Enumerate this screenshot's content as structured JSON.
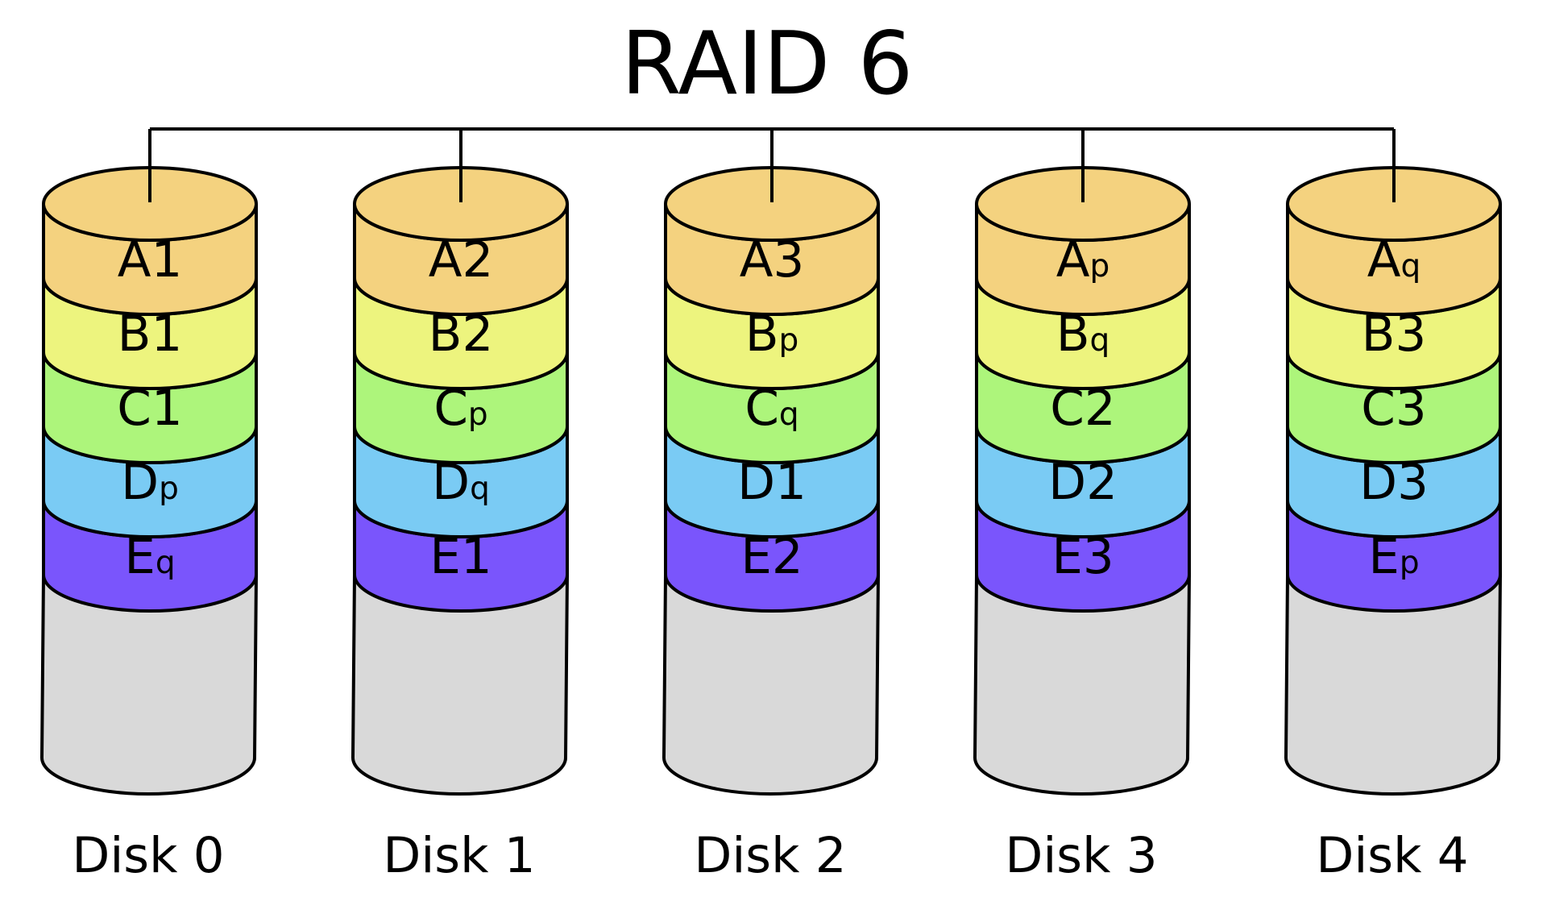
{
  "title": "RAID 6",
  "colors": {
    "A": "#F4D27F",
    "B": "#EDF47E",
    "C": "#ADF57B",
    "D": "#7ACBF4",
    "E": "#7A55FC",
    "empty": "#D9D9D9",
    "line": "#000000"
  },
  "disks": [
    {
      "label": "Disk 0",
      "blocks": [
        {
          "stripe": "A",
          "main": "A",
          "sub": "1"
        },
        {
          "stripe": "B",
          "main": "B",
          "sub": "1"
        },
        {
          "stripe": "C",
          "main": "C",
          "sub": "1"
        },
        {
          "stripe": "D",
          "main": "D",
          "sub": "p"
        },
        {
          "stripe": "E",
          "main": "E",
          "sub": "q"
        }
      ]
    },
    {
      "label": "Disk 1",
      "blocks": [
        {
          "stripe": "A",
          "main": "A",
          "sub": "2"
        },
        {
          "stripe": "B",
          "main": "B",
          "sub": "2"
        },
        {
          "stripe": "C",
          "main": "C",
          "sub": "p"
        },
        {
          "stripe": "D",
          "main": "D",
          "sub": "q"
        },
        {
          "stripe": "E",
          "main": "E",
          "sub": "1"
        }
      ]
    },
    {
      "label": "Disk 2",
      "blocks": [
        {
          "stripe": "A",
          "main": "A",
          "sub": "3"
        },
        {
          "stripe": "B",
          "main": "B",
          "sub": "p"
        },
        {
          "stripe": "C",
          "main": "C",
          "sub": "q"
        },
        {
          "stripe": "D",
          "main": "D",
          "sub": "1"
        },
        {
          "stripe": "E",
          "main": "E",
          "sub": "2"
        }
      ]
    },
    {
      "label": "Disk 3",
      "blocks": [
        {
          "stripe": "A",
          "main": "A",
          "sub": "p"
        },
        {
          "stripe": "B",
          "main": "B",
          "sub": "q"
        },
        {
          "stripe": "C",
          "main": "C",
          "sub": "2"
        },
        {
          "stripe": "D",
          "main": "D",
          "sub": "2"
        },
        {
          "stripe": "E",
          "main": "E",
          "sub": "3"
        }
      ]
    },
    {
      "label": "Disk 4",
      "blocks": [
        {
          "stripe": "A",
          "main": "A",
          "sub": "q"
        },
        {
          "stripe": "B",
          "main": "B",
          "sub": "3"
        },
        {
          "stripe": "C",
          "main": "C",
          "sub": "3"
        },
        {
          "stripe": "D",
          "main": "D",
          "sub": "3"
        },
        {
          "stripe": "E",
          "main": "E",
          "sub": "p"
        }
      ]
    }
  ]
}
